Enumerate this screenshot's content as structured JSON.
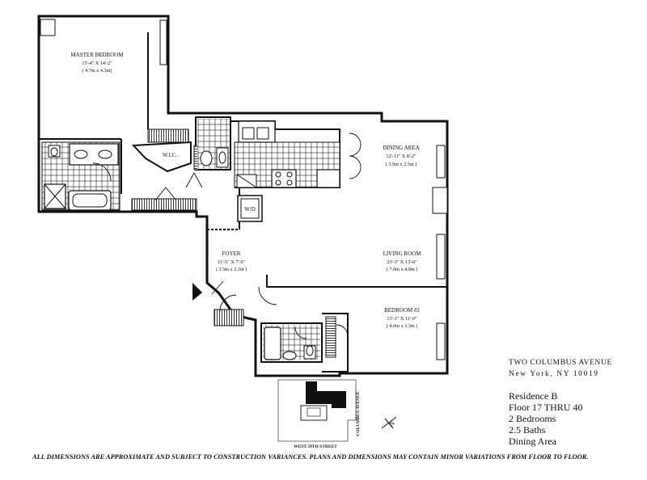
{
  "rooms": {
    "master_bedroom": {
      "name": "MASTER BEDROOM",
      "dim_ft": "15'-4\" X 14'-2\"",
      "dim_m": "( 4.7m x 4.3m)"
    },
    "wic": {
      "name": "W.I.C."
    },
    "dining": {
      "name": "DINING AREA",
      "dim_ft": "12'-11\" X 8'-2\"",
      "dim_m": "( 3.9m x 2.5m )"
    },
    "wd": {
      "name": "W/D"
    },
    "foyer": {
      "name": "FOYER",
      "dim_ft": "11'-5\" X 7'-0\"",
      "dim_m": "( 3.5m x 2.1m )"
    },
    "living": {
      "name": "LIVING ROOM",
      "dim_ft": "23'-3\" X 13'-0\"",
      "dim_m": "( 7.0m x 4.0m )"
    },
    "bedroom2": {
      "name": "BEDROOM #2",
      "dim_ft": "13'-1\" X 11'-0\"",
      "dim_m": "( 4.0m x 3.3m )"
    }
  },
  "keyplan": {
    "street_bottom": "WEST 59TH STREET",
    "street_side": "COLUMBUS AVENUE",
    "north": "N"
  },
  "building": {
    "name": "TWO COLUMBUS AVENUE",
    "address": "New York, NY 10019"
  },
  "specs": {
    "residence": "Residence B",
    "floors": "Floor 17 THRU 40",
    "bedrooms": "2 Bedrooms",
    "baths": "2.5 Baths",
    "dining": "Dining Area"
  },
  "disclaimer": "ALL DIMENSIONS ARE APPROXIMATE AND SUBJECT TO CONSTRUCTION VARIANCES.  PLANS AND DIMENSIONS MAY CONTAIN MINOR VARIATIONS FROM FLOOR TO FLOOR."
}
